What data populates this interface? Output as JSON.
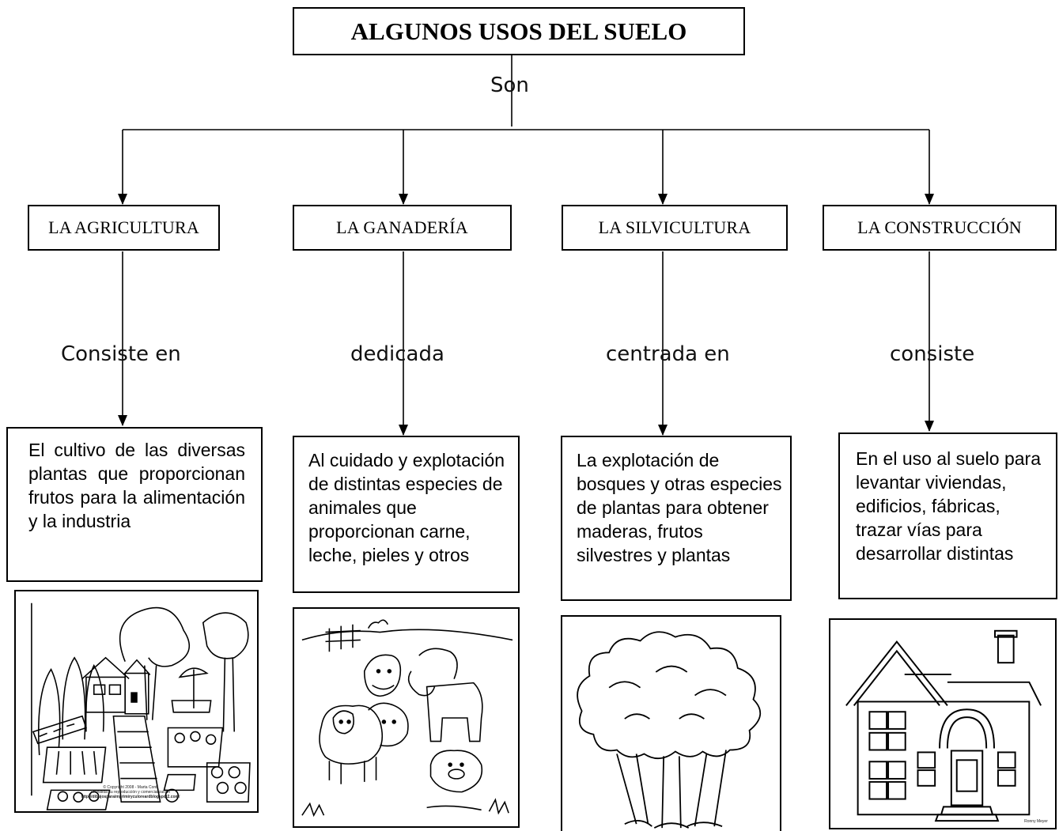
{
  "title": "ALGUNOS USOS DEL SUELO",
  "root_connector": "Son",
  "categories": [
    {
      "label": "LA AGRICULTURA",
      "connector": "Consiste en",
      "description": "El cultivo de las diversas plantas que proporcionan frutos para la alimentación y la industria",
      "picture": "agriculture-garden-drawing"
    },
    {
      "label": "LA GANADERÍA",
      "connector": "dedicada",
      "description": "Al cuidado y explotación de distintas especies de animales que proporcionan carne, leche, pieles y otros",
      "picture": "farm-animals-drawing"
    },
    {
      "label": "LA SILVICULTURA",
      "connector": "centrada en",
      "description": "La explotación de bosques y otras especies de plantas para obtener maderas, frutos silvestres y plantas",
      "picture": "trees-drawing"
    },
    {
      "label": "LA CONSTRUCCIÓN",
      "connector": "consiste",
      "description": "En el uso al suelo para levantar viviendas, edificios, fábricas, trazar vías para desarrollar distintas",
      "picture": "house-drawing"
    }
  ],
  "image_credits": {
    "agriculture": [
      "© Copyright 2008 - Marta Conti",
      "Prohibida su reproducción y comercialización",
      "http://dibujosparaimprimiryculoreardblogspot2.com/"
    ],
    "house": "Ronny Meyer"
  }
}
